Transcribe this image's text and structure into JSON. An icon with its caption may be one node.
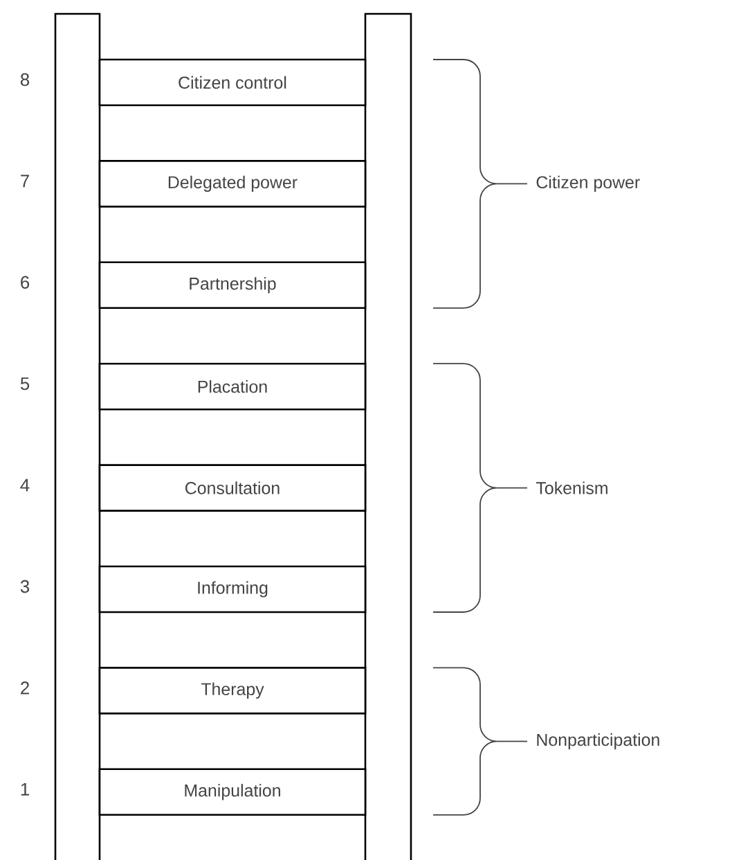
{
  "diagram": {
    "nodes": [
      {
        "text": [
          "Citizen control"
        ],
        "beside": [
          "8"
        ]
      },
      {
        "text": [
          "Delegated power"
        ],
        "beside": [
          "7"
        ]
      },
      {
        "text": [
          "Partnership"
        ],
        "beside": [
          "6"
        ]
      },
      {
        "text": [
          "Placation"
        ],
        "beside": [
          "5"
        ]
      },
      {
        "text": [
          "Consultation"
        ],
        "beside": [
          "4"
        ]
      },
      {
        "text": [
          "Informing"
        ],
        "beside": [
          "3"
        ]
      },
      {
        "text": [
          "Therapy"
        ],
        "beside": [
          "2"
        ]
      },
      {
        "text": [
          "Manipulation"
        ],
        "beside": [
          "1"
        ]
      }
    ],
    "labels": [
      "Citizen power",
      "Tokenism",
      "Nonparticipation"
    ]
  }
}
